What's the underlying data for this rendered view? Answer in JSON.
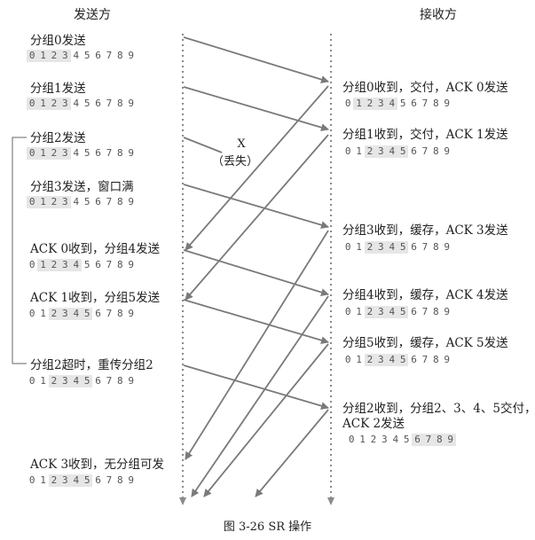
{
  "header": {
    "sender": "发送方",
    "receiver": "接收方"
  },
  "sender_events": [
    {
      "text": "分组0发送",
      "window_start": 0,
      "window_end": 3,
      "seq_shaded": true
    },
    {
      "text": "分组1发送",
      "window_start": 0,
      "window_end": 3,
      "seq_shaded": true
    },
    {
      "text": "分组2发送",
      "window_start": 0,
      "window_end": 3,
      "seq_shaded": true
    },
    {
      "text": "分组3发送，窗口满",
      "window_start": 0,
      "window_end": 3,
      "seq_shaded": true
    },
    {
      "text": "ACK 0收到，分组4发送",
      "window_start": 1,
      "window_end": 4,
      "seq_shaded": true
    },
    {
      "text": "ACK 1收到，分组5发送",
      "window_start": 2,
      "window_end": 5,
      "seq_shaded": true
    },
    {
      "text": "分组2超时，重传分组2",
      "window_start": 2,
      "window_end": 5,
      "seq_shaded": true
    },
    {
      "text": "ACK 3收到，无分组可发",
      "window_start": 2,
      "window_end": 5,
      "seq_shaded": true
    }
  ],
  "receiver_events": [
    {
      "text": "分组0收到，交付，ACK 0发送",
      "window_start": 1,
      "window_end": 4
    },
    {
      "text": "分组1收到，交付，ACK 1发送",
      "window_start": 2,
      "window_end": 5
    },
    {
      "text": "分组3收到，缓存，ACK 3发送",
      "window_start": 2,
      "window_end": 5
    },
    {
      "text": "分组4收到，缓存，ACK 4发送",
      "window_start": 2,
      "window_end": 5
    },
    {
      "text": "分组5收到，缓存，ACK 5发送",
      "window_start": 2,
      "window_end": 5
    },
    {
      "text": "分组2收到，分组2、3、4、5交付，",
      "text2": "ACK 2发送",
      "window_start": 6,
      "window_end": 9
    }
  ],
  "sequence_numbers": [
    "0",
    "1",
    "2",
    "3",
    "4",
    "5",
    "6",
    "7",
    "8",
    "9"
  ],
  "loss": {
    "mark": "X",
    "label": "（丢失）"
  },
  "caption": "图 3-26   SR 操作",
  "colors": {
    "arrow": "#7a7a7a",
    "timeline": "#8a8a8a",
    "window": "#e6e6e6",
    "text": "#222222"
  }
}
